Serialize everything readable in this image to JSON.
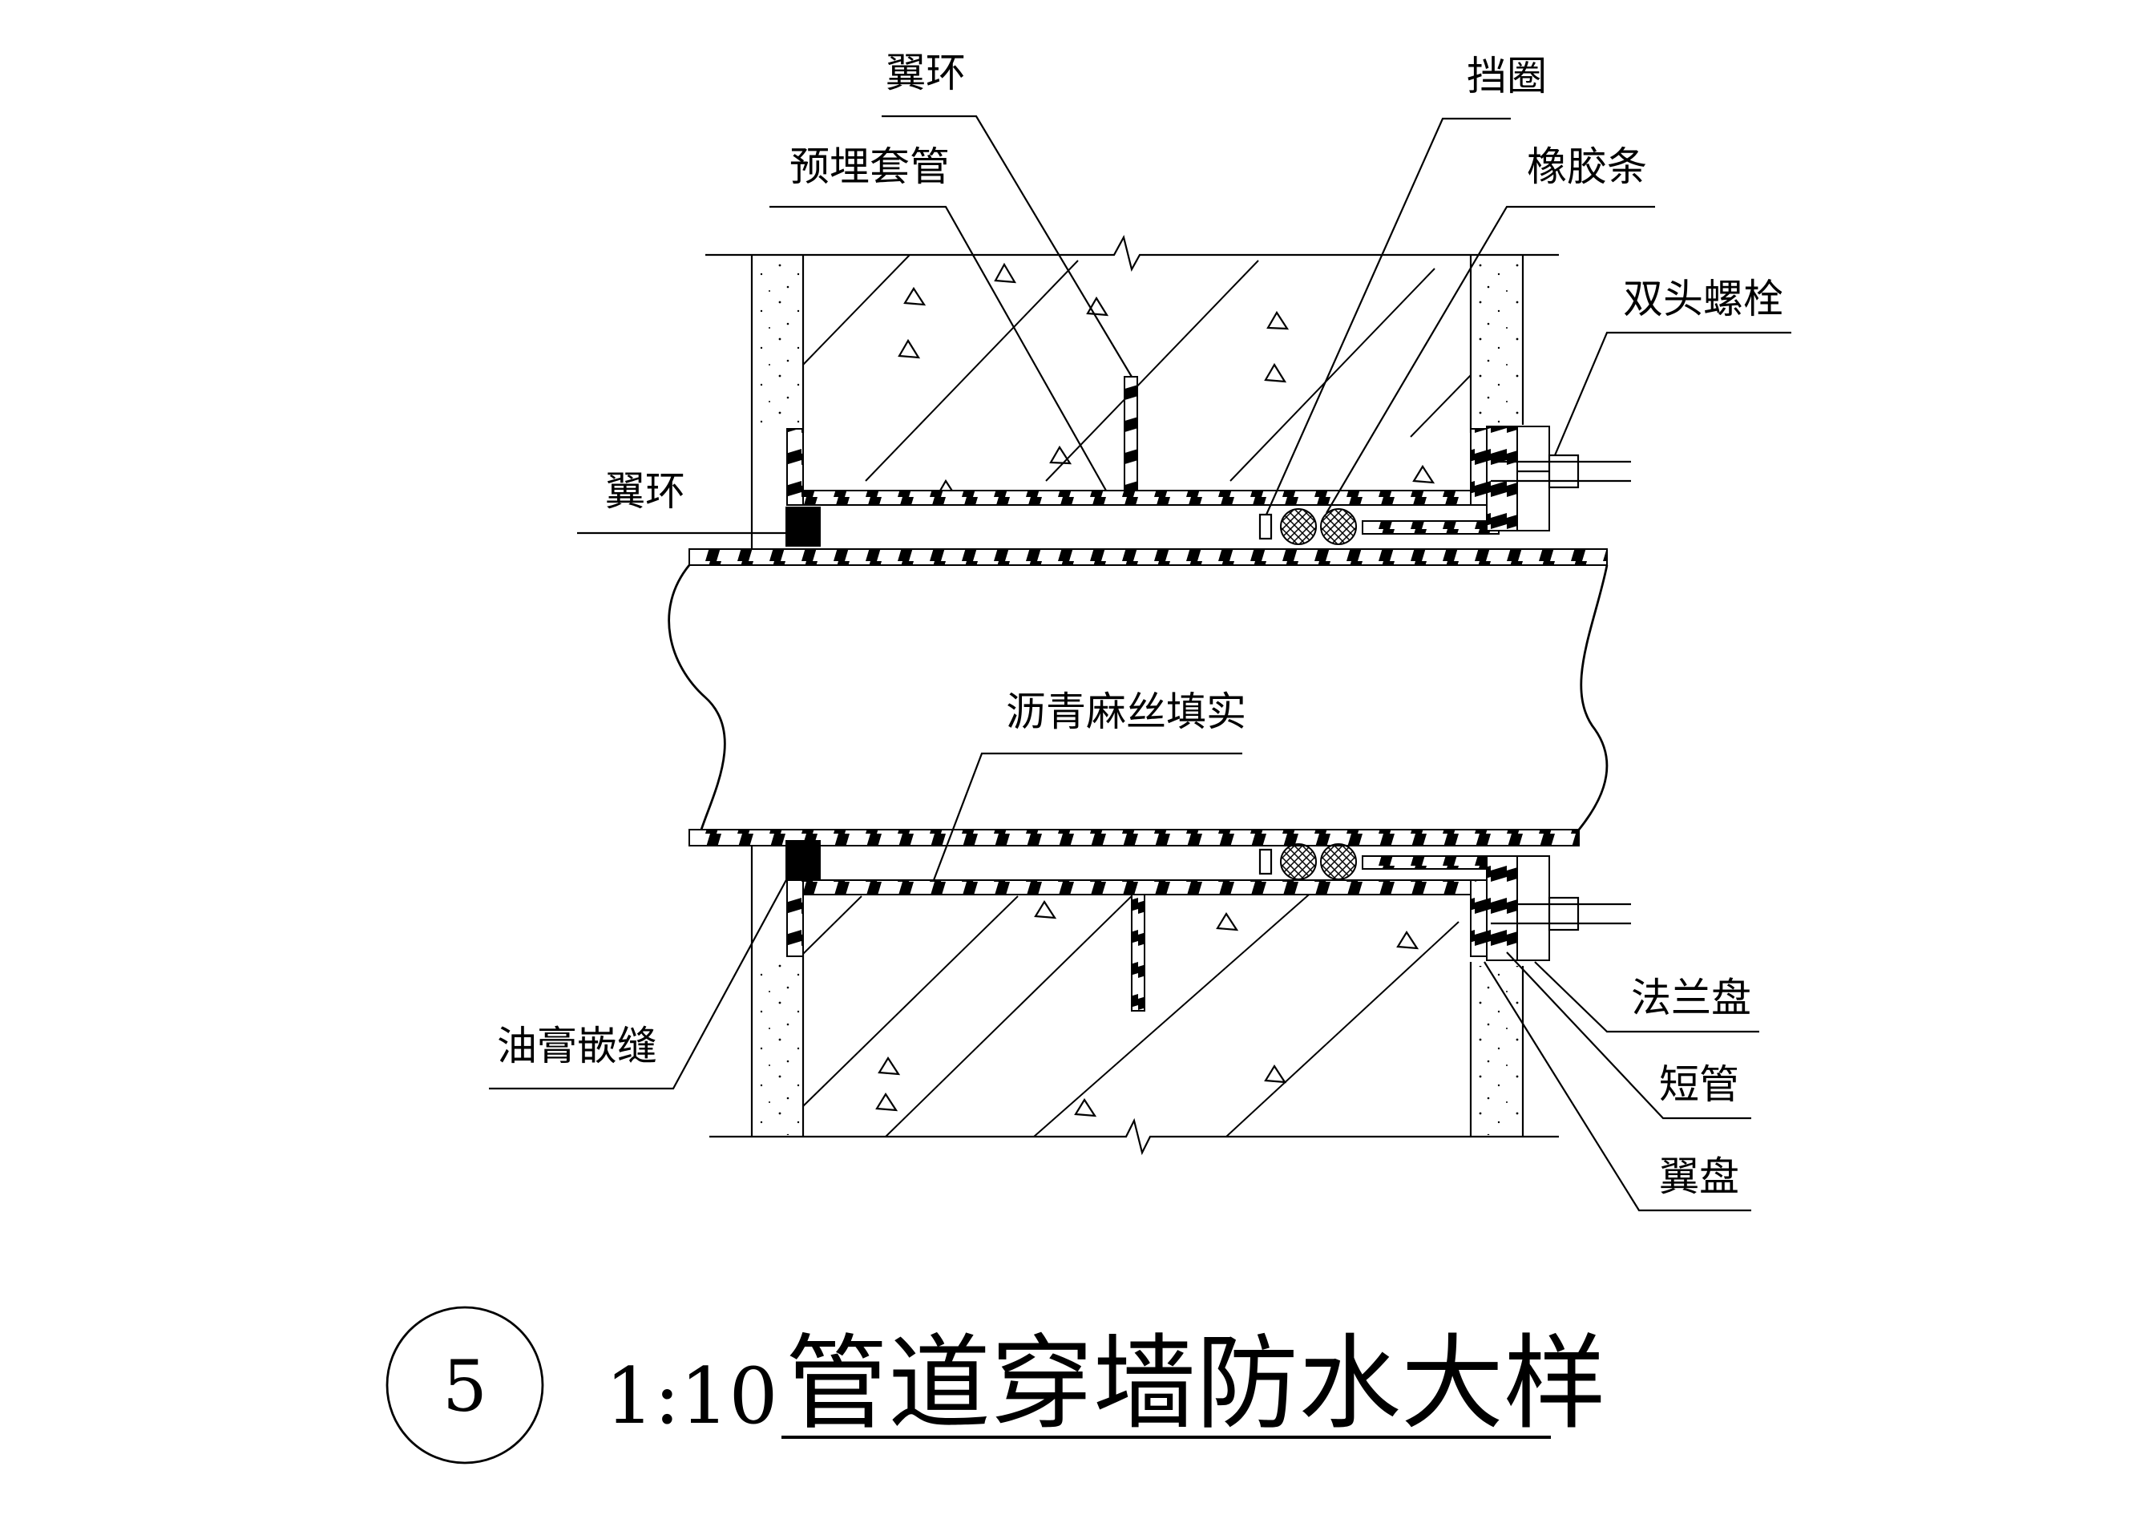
{
  "labels": {
    "yihuan_top": "翼环",
    "yumai_taoguan": "预埋套管",
    "dangquan": "挡圈",
    "xiangjiaotiao": "橡胶条",
    "shuangtou_luoshuan": "双头螺栓",
    "yihuan_left": "翼环",
    "liqing_masi": "沥青麻丝填实",
    "yougao_qianfeng": "油膏嵌缝",
    "falanpan": "法兰盘",
    "duanguan": "短管",
    "yipan": "翼盘"
  },
  "title_block": {
    "number": "5",
    "scale": "1:10",
    "title": "管道穿墙防水大样"
  },
  "colors": {
    "line": "#000000",
    "background": "#ffffff"
  }
}
